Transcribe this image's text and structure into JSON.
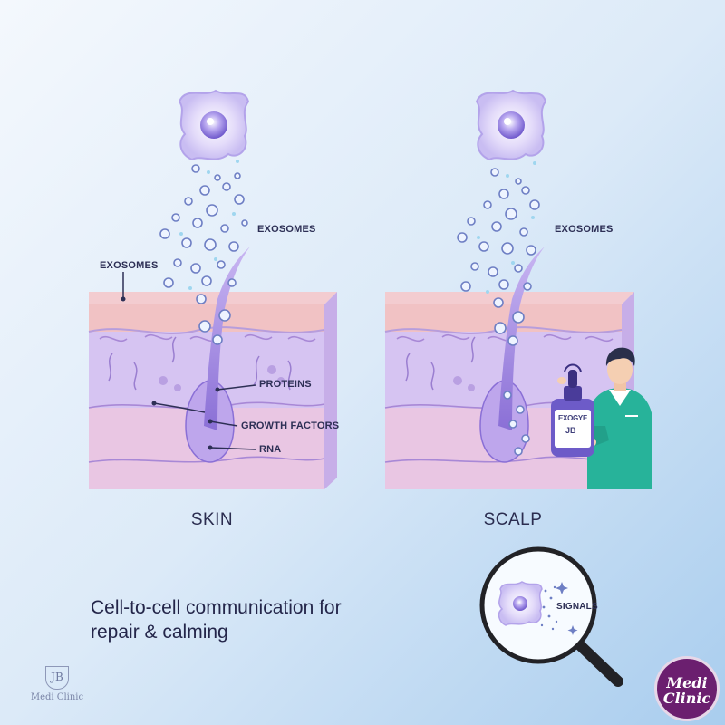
{
  "left_panel": {
    "title": "SKIN",
    "labels": {
      "exosomes_top": "EXOSOMES",
      "exosomes_side": "EXOSOMES",
      "proteins": "PROTEINS",
      "growth_factors": "GROWTH FACTORS",
      "rna": "RNA"
    }
  },
  "right_panel": {
    "title": "SCALP",
    "labels": {
      "exosomes_top": "EXOSOMES"
    },
    "bottle": {
      "brand": "EXOGYE",
      "sub": "JB"
    }
  },
  "magnifier": {
    "label": "SIGNALS"
  },
  "caption": {
    "line1": "Cell-to-cell communication for",
    "line2": "repair & calming"
  },
  "branding": {
    "jb_mono": "JB",
    "jb_name": "Medi Clinic",
    "badge_line1": "Medi",
    "badge_line2": "Clinic"
  },
  "colors": {
    "bg_light": "#e9f1fb",
    "bg_blue": "#b3d4f1",
    "epidermis": "#f1c2c4",
    "dermis": "#cdb9ef",
    "scrub": "#27b39a",
    "badge": "#6b1f6f"
  }
}
